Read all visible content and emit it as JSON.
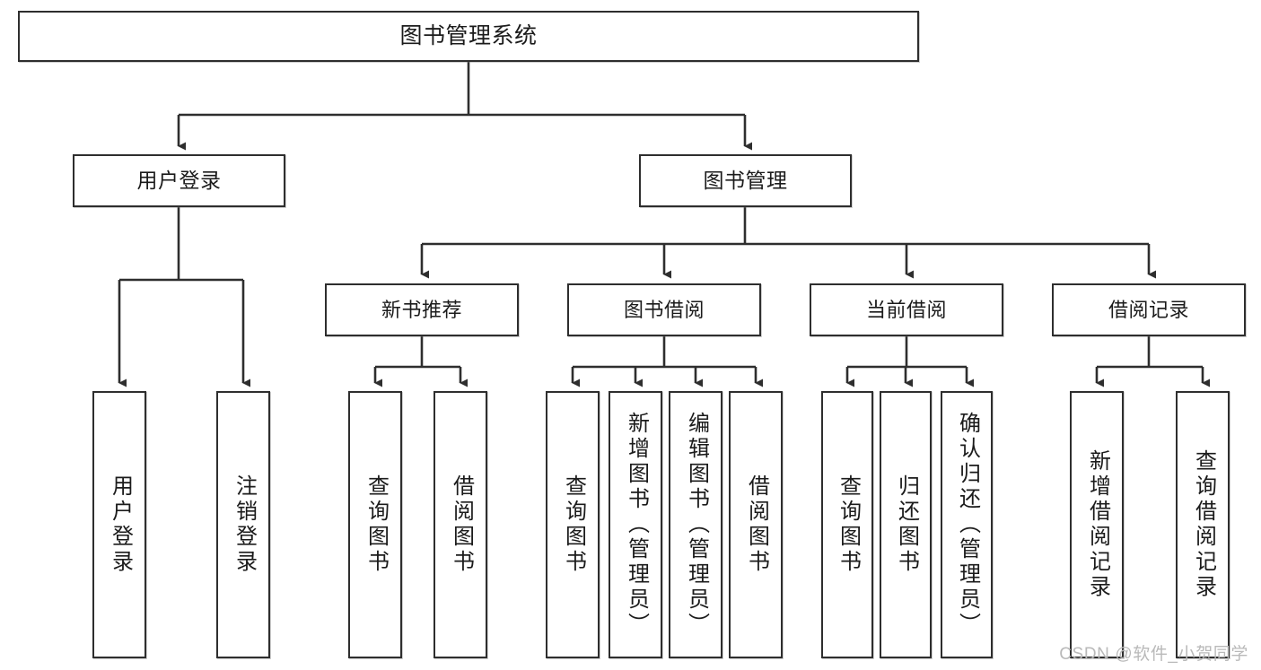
{
  "diagram": {
    "title": "图书管理系统",
    "type": "tree",
    "root": {
      "label": "图书管理系统"
    },
    "level2": [
      {
        "label": "用户登录"
      },
      {
        "label": "图书管理"
      }
    ],
    "level3": [
      {
        "label": "新书推荐"
      },
      {
        "label": "图书借阅"
      },
      {
        "label": "当前借阅"
      },
      {
        "label": "借阅记录"
      }
    ],
    "leaves": {
      "user_login": [
        {
          "label": "用户登录"
        },
        {
          "label": "注销登录"
        }
      ],
      "new_book_recommend": [
        {
          "label": "查询图书"
        },
        {
          "label": "借阅图书"
        }
      ],
      "book_borrow": [
        {
          "label": "查询图书"
        },
        {
          "label": "新增图书（管理员）"
        },
        {
          "label": "编辑图书（管理员）"
        },
        {
          "label": "借阅图书"
        }
      ],
      "current_borrow": [
        {
          "label": "查询图书"
        },
        {
          "label": "归还图书"
        },
        {
          "label": "确认归还（管理员）"
        }
      ],
      "borrow_records": [
        {
          "label": "新增借阅记录"
        },
        {
          "label": "查询借阅记录"
        }
      ]
    }
  },
  "watermark": {
    "text": "CSDN @软件_小贺同学"
  },
  "colors": {
    "stroke": "#2e2e2e",
    "fill": "#ffffff",
    "text": "#1b1b1b",
    "watermark": "#b9b9b9"
  }
}
